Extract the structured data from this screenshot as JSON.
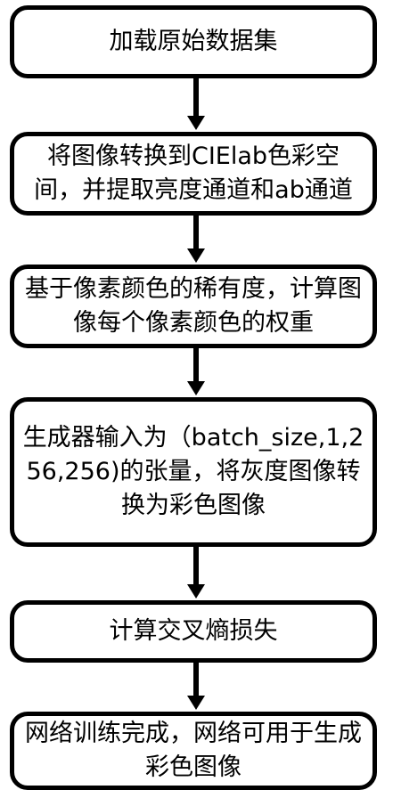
{
  "steps": [
    {
      "text": "加载原始数据集"
    },
    {
      "text": "将图像转换到CIElab色彩空间，并提取亮度通道和ab通道"
    },
    {
      "text": "基于像素颜色的稀有度，计算图像每个像素颜色的权重"
    },
    {
      "text": "生成器输入为（batch_size,1,256,256)的张量，将灰度图像转换为彩色图像"
    },
    {
      "text": "计算交叉熵损失"
    },
    {
      "text": "网络训练完成，网络可用于生成彩色图像"
    }
  ],
  "colors": {
    "stroke": "#000000",
    "fill": "#ffffff"
  }
}
